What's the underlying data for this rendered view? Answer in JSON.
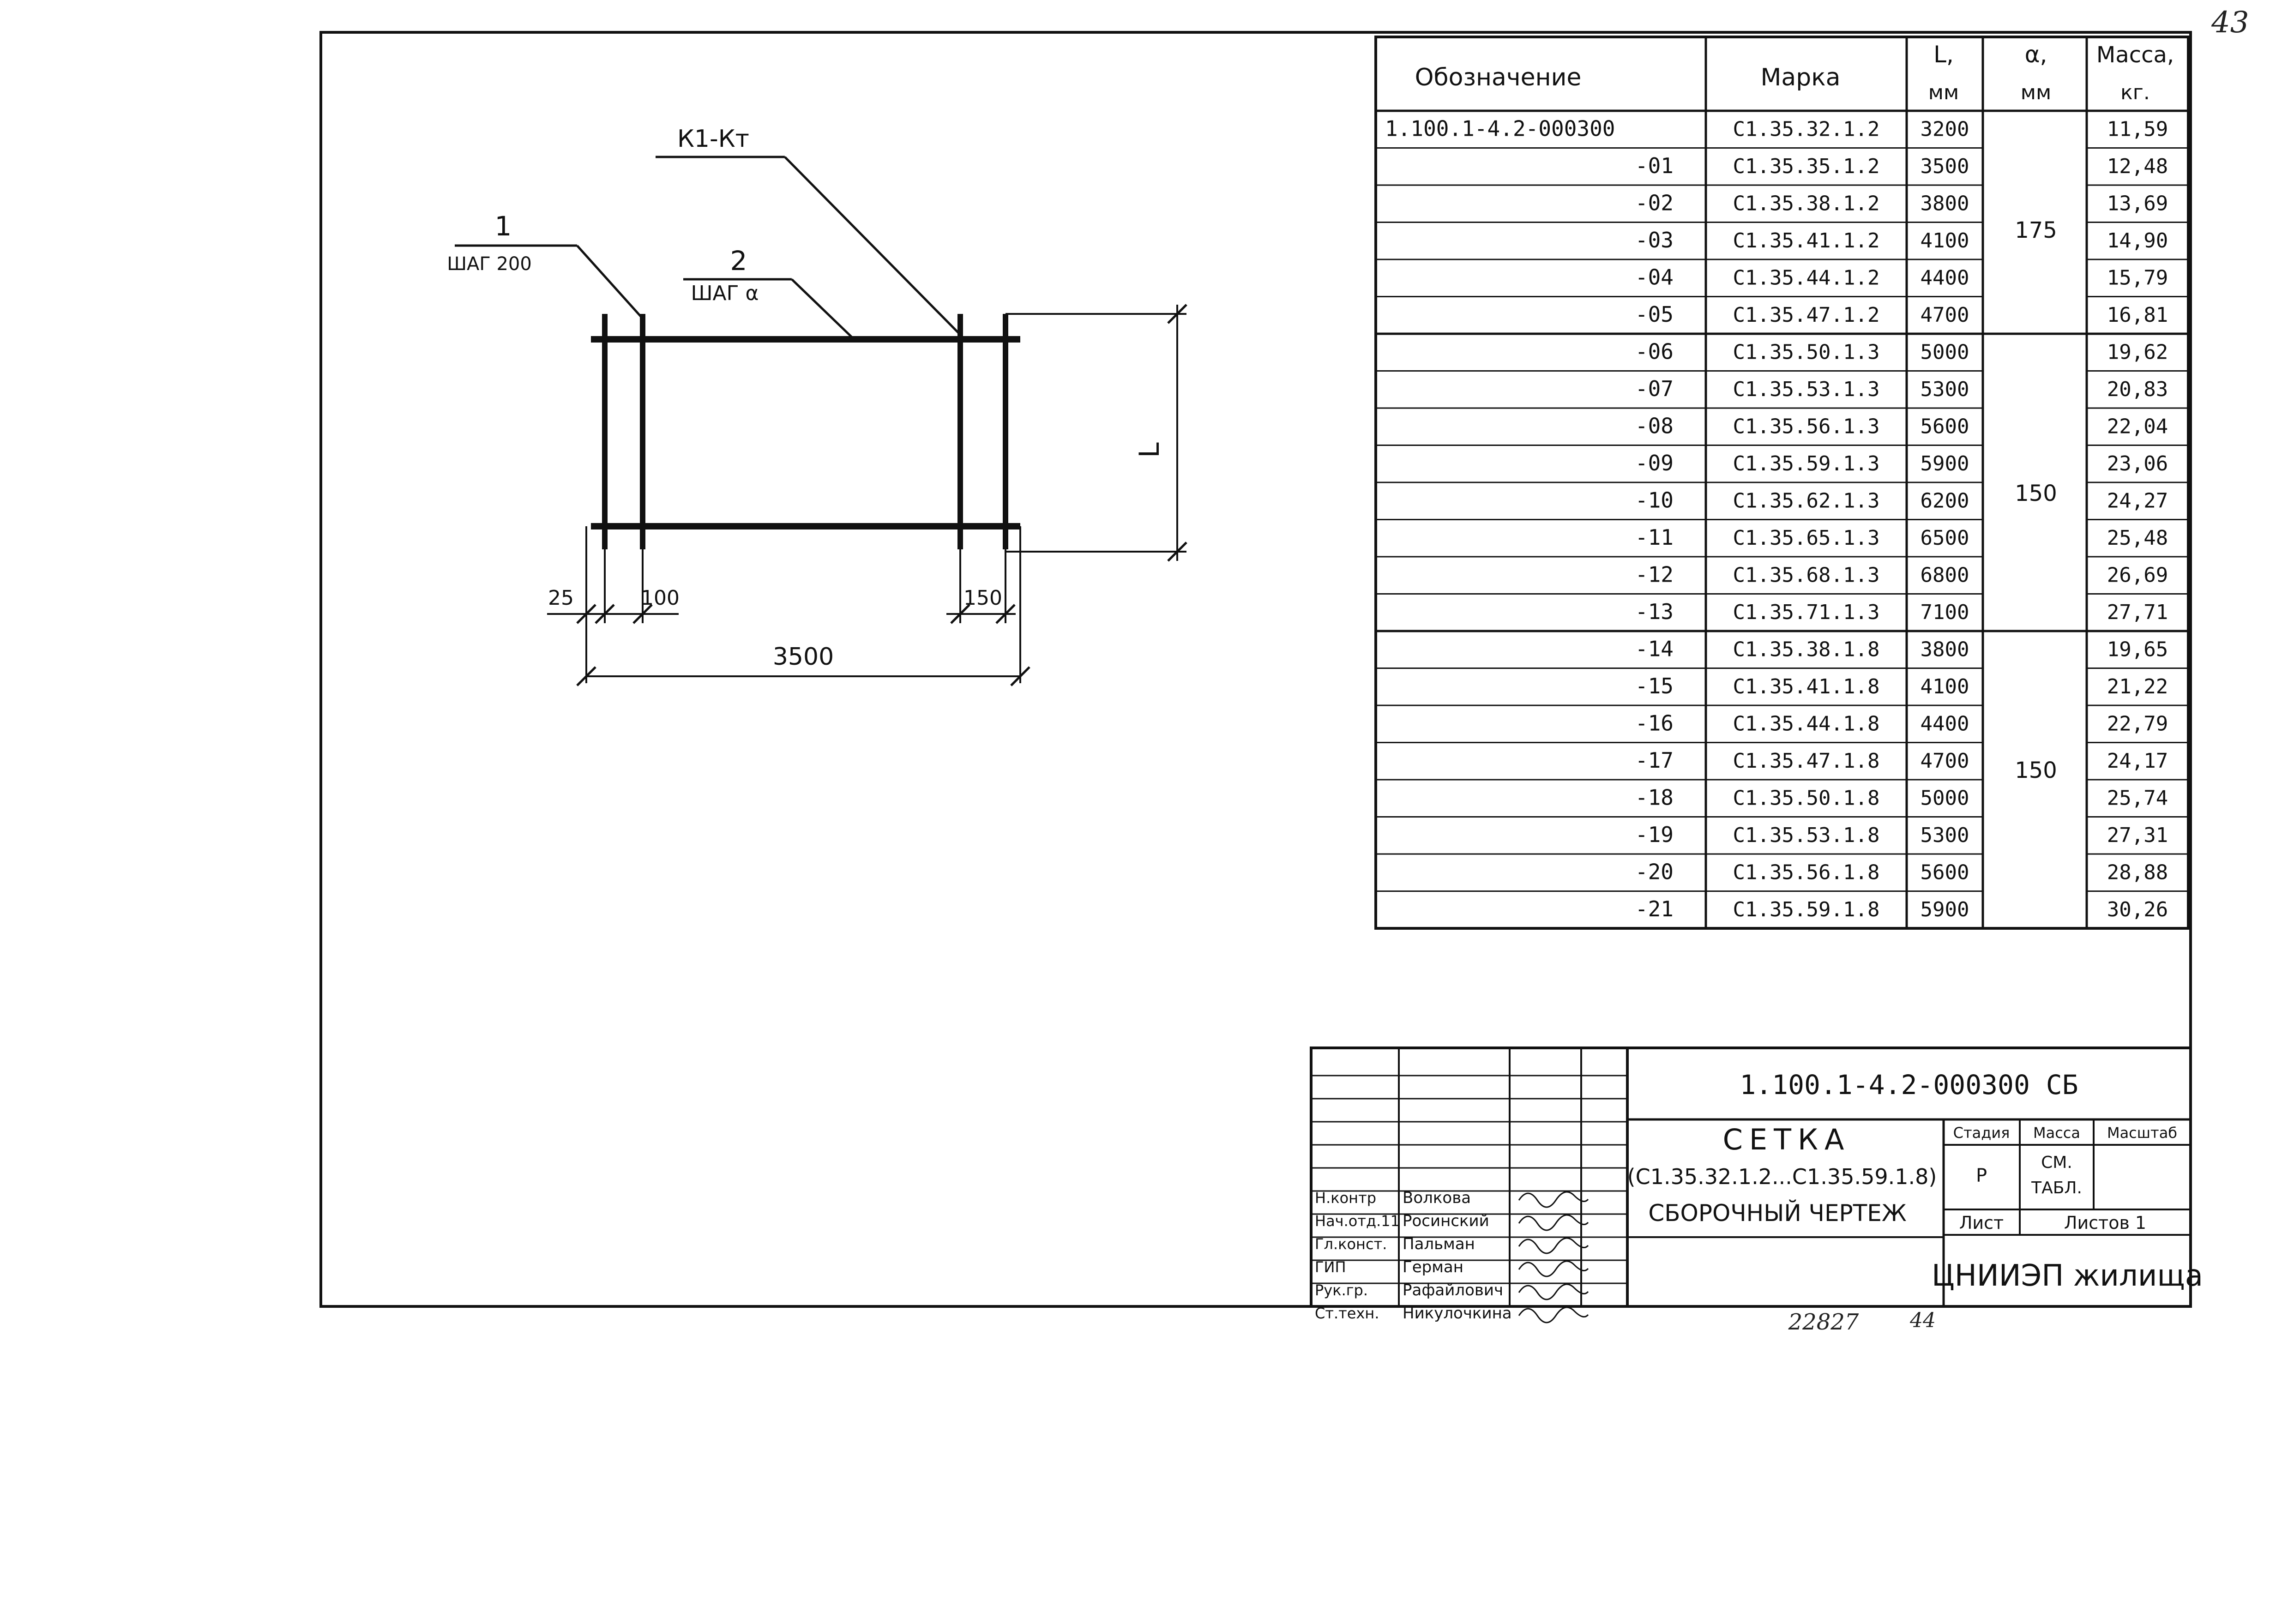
{
  "page_number": "43",
  "drawing": {
    "kit_callout": "К1-Кт",
    "callout_1": {
      "num": "1",
      "text": "ШАГ 200"
    },
    "callout_2": {
      "num": "2",
      "text": "ШАГ α"
    },
    "dim_L": "L",
    "dim_25": "25",
    "dim_100": "100",
    "dim_150": "150",
    "dim_3500": "3500"
  },
  "table": {
    "headers": {
      "designation": "Обозначение",
      "mark": "Марка",
      "L": "L,",
      "L_unit": "мм",
      "a": "α,",
      "a_unit": "мм",
      "mass": "Масса,",
      "mass_unit": "кг."
    },
    "rows": [
      {
        "designation": "1.100.1-4.2-000300",
        "mark": "С1.35.32.1.2",
        "L": "3200",
        "mass": "11,59"
      },
      {
        "designation": "-01",
        "mark": "С1.35.35.1.2",
        "L": "3500",
        "mass": "12,48"
      },
      {
        "designation": "-02",
        "mark": "С1.35.38.1.2",
        "L": "3800",
        "mass": "13,69"
      },
      {
        "designation": "-03",
        "mark": "С1.35.41.1.2",
        "L": "4100",
        "mass": "14,90"
      },
      {
        "designation": "-04",
        "mark": "С1.35.44.1.2",
        "L": "4400",
        "mass": "15,79"
      },
      {
        "designation": "-05",
        "mark": "С1.35.47.1.2",
        "L": "4700",
        "mass": "16,81"
      },
      {
        "designation": "-06",
        "mark": "С1.35.50.1.3",
        "L": "5000",
        "mass": "19,62"
      },
      {
        "designation": "-07",
        "mark": "С1.35.53.1.3",
        "L": "5300",
        "mass": "20,83"
      },
      {
        "designation": "-08",
        "mark": "С1.35.56.1.3",
        "L": "5600",
        "mass": "22,04"
      },
      {
        "designation": "-09",
        "mark": "С1.35.59.1.3",
        "L": "5900",
        "mass": "23,06"
      },
      {
        "designation": "-10",
        "mark": "С1.35.62.1.3",
        "L": "6200",
        "mass": "24,27"
      },
      {
        "designation": "-11",
        "mark": "С1.35.65.1.3",
        "L": "6500",
        "mass": "25,48"
      },
      {
        "designation": "-12",
        "mark": "С1.35.68.1.3",
        "L": "6800",
        "mass": "26,69"
      },
      {
        "designation": "-13",
        "mark": "С1.35.71.1.3",
        "L": "7100",
        "mass": "27,71"
      },
      {
        "designation": "-14",
        "mark": "С1.35.38.1.8",
        "L": "3800",
        "mass": "19,65"
      },
      {
        "designation": "-15",
        "mark": "С1.35.41.1.8",
        "L": "4100",
        "mass": "21,22"
      },
      {
        "designation": "-16",
        "mark": "С1.35.44.1.8",
        "L": "4400",
        "mass": "22,79"
      },
      {
        "designation": "-17",
        "mark": "С1.35.47.1.8",
        "L": "4700",
        "mass": "24,17"
      },
      {
        "designation": "-18",
        "mark": "С1.35.50.1.8",
        "L": "5000",
        "mass": "25,74"
      },
      {
        "designation": "-19",
        "mark": "С1.35.53.1.8",
        "L": "5300",
        "mass": "27,31"
      },
      {
        "designation": "-20",
        "mark": "С1.35.56.1.8",
        "L": "5600",
        "mass": "28,88"
      },
      {
        "designation": "-21",
        "mark": "С1.35.59.1.8",
        "L": "5900",
        "mass": "30,26"
      }
    ],
    "a_groups": [
      "175",
      "150",
      "150"
    ]
  },
  "title_block": {
    "doc_code": "1.100.1-4.2-000300 СБ",
    "title": "СЕТКА",
    "title_range": "(С1.35.32.1.2...С1.35.59.1.8)",
    "title_kind": "СБОРОЧНЫЙ ЧЕРТЕЖ",
    "stage_label": "Стадия",
    "mass_label": "Масса",
    "scale_label": "Масштаб",
    "stage_value": "Р",
    "mass_value_1": "СМ.",
    "mass_value_2": "ТАБЛ.",
    "sheet_label": "Лист",
    "sheets_label": "Листов 1",
    "org": "ЦНИИЭП жилища",
    "staff": [
      {
        "role": "Н.контр",
        "name": "Волкова"
      },
      {
        "role": "Нач.отд.11",
        "name": "Росинский"
      },
      {
        "role": "Гл.конст.",
        "name": "Пальман"
      },
      {
        "role": "ГИП",
        "name": "Герман"
      },
      {
        "role": "Рук.гр.",
        "name": "Рафайлович"
      },
      {
        "role": "Ст.техн.",
        "name": "Никулочкина"
      }
    ]
  },
  "footer": {
    "archive_no": "22827",
    "page_ref": "44"
  }
}
